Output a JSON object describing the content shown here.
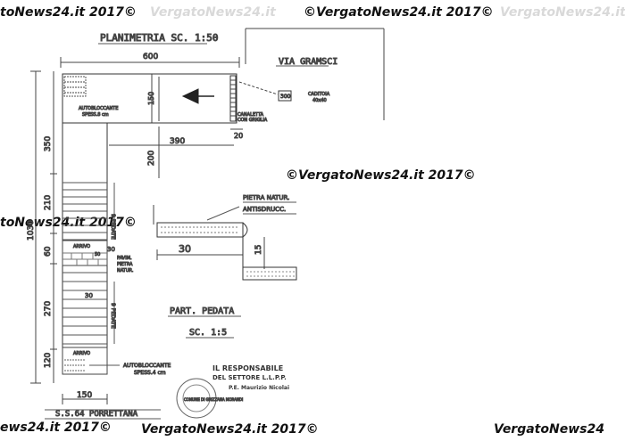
{
  "watermarks": {
    "top_left": "toNews24.it 2017©",
    "top_left_ghost": "VergatoNews24.it",
    "top_center": "©VergatoNews24.it 2017©",
    "top_right_ghost": "VergatoNews24.it",
    "mid_left": "toNews24.it 2017©",
    "mid_center": "©VergatoNews24.it 2017©",
    "bottom_left": "ews24.it 2017©",
    "bottom_center": "VergatoNews24.it 2017©",
    "bottom_right": "VergatoNews24"
  },
  "plan": {
    "title": "PLANIMETRIA SC. 1:50",
    "street": "VIA GRAMSCI",
    "road": "S.S.64 PORRETTANA",
    "part_title": "PART. PEDATA",
    "part_scale": "SC. 1:5"
  },
  "dimensions": {
    "d600": "600",
    "d150_top": "150",
    "d20": "20",
    "d390": "390",
    "d200": "200",
    "d350": "350",
    "d1030": "1030",
    "d210": "210",
    "d60": "60",
    "d270": "270",
    "d120": "120",
    "d150_bottom": "150",
    "d30_ramp": "30",
    "d30_detail": "30",
    "d15": "15"
  },
  "labels": {
    "caditoia_1": "CADITOIA",
    "caditoia_2": "40x40",
    "caditoia_box": "300",
    "canaletta_1": "CANALETTA",
    "canaletta_2": "CON GRIGLIA",
    "autobloccante_top_1": "AUTOBLOCCANTE",
    "autobloccante_top_2": "SPESS.8 cm",
    "autobloccante_bottom_1": "AUTOBLOCCANTE",
    "autobloccante_bottom_2": "SPESS.4 cm",
    "arrivo_1": "ARRIVO",
    "arrivo_2": "ARRIVO",
    "arrivo_50": "50",
    "pavim_1": "PAVIM.",
    "pavim_2": "PIETRA",
    "pavim_3": "NATUR.",
    "pedate_1": "9 PEDATE",
    "pedate_2": "9 PEDATE",
    "pietra_1": "PIETRA NATUR.",
    "pietra_2": "ANTISDRUCC."
  },
  "signature": {
    "line1": "IL RESPONSABILE",
    "line2": "DEL SETTORE L.L.P.P.",
    "line3": "P.E. Maurizio Nicolai"
  },
  "stamp": {
    "text": "COMUNE DI GRIZZANA MORANDI"
  }
}
